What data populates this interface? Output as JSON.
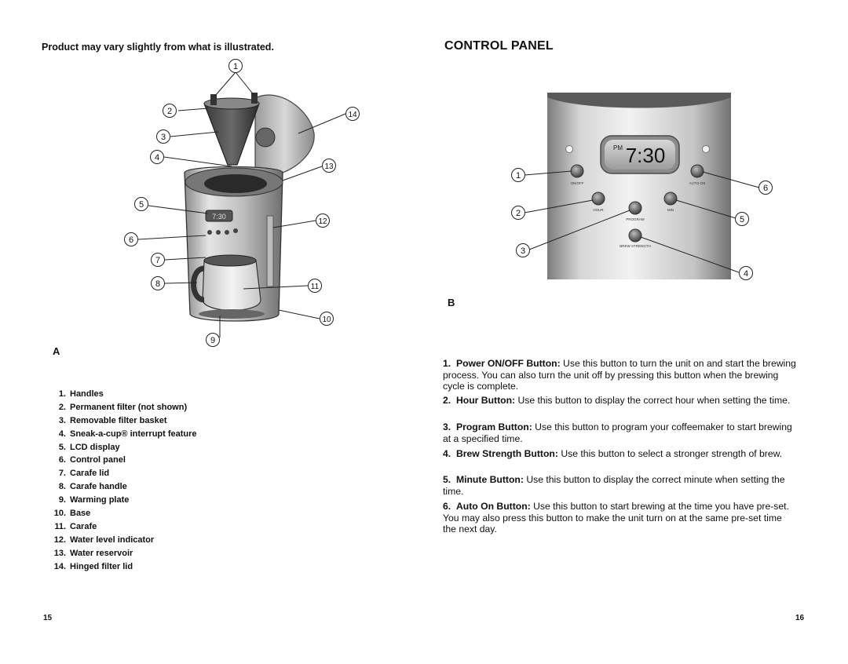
{
  "left_page": {
    "note": "Product may vary slightly from what is illustrated.",
    "figure_label": "A",
    "callouts": [
      "1",
      "2",
      "3",
      "4",
      "5",
      "6",
      "7",
      "8",
      "9",
      "10",
      "11",
      "12",
      "13",
      "14"
    ],
    "lcd_text": "7:30",
    "parts": [
      {
        "num": "1.",
        "name": "Handles"
      },
      {
        "num": "2.",
        "name": "Permanent filter (not shown)"
      },
      {
        "num": "3.",
        "name": "Removable filter basket"
      },
      {
        "num": "4.",
        "name": "Sneak-a-cup® interrupt feature"
      },
      {
        "num": "5.",
        "name": "LCD display"
      },
      {
        "num": "6.",
        "name": "Control panel"
      },
      {
        "num": "7.",
        "name": "Carafe lid"
      },
      {
        "num": "8.",
        "name": "Carafe handle"
      },
      {
        "num": "9.",
        "name": "Warming plate"
      },
      {
        "num": "10.",
        "name": "Base"
      },
      {
        "num": "11.",
        "name": "Carafe"
      },
      {
        "num": "12.",
        "name": "Water level indicator"
      },
      {
        "num": "13.",
        "name": "Water reservoir"
      },
      {
        "num": "14.",
        "name": "Hinged filter lid"
      }
    ],
    "page_number": "15"
  },
  "right_page": {
    "title": "CONTROL PANEL",
    "figure_label": "B",
    "panel": {
      "display_pm": "PM",
      "display_time": "7:30",
      "btn_labels": {
        "on_off": "ON/OFF",
        "auto_on": "AUTO-ON",
        "hour": "HOUR",
        "min": "MIN",
        "program": "PROGRAM",
        "brew_strength": "BREW STRENGTH"
      },
      "callouts": [
        "1",
        "2",
        "3",
        "4",
        "5",
        "6"
      ]
    },
    "descriptions": [
      {
        "num": "1.",
        "label": "Power ON/OFF Button:",
        "text": "Use this button to turn the unit on and start the brewing process. You can also turn the unit off by pressing this button when the brewing cycle is complete."
      },
      {
        "num": "2.",
        "label": "Hour Button:",
        "text": "Use this button to display the correct hour when setting the time."
      },
      {
        "num": "3.",
        "label": "Program Button:",
        "text": "Use this button to program your coffeemaker to start brewing at a specified time."
      },
      {
        "num": "4.",
        "label": "Brew Strength Button:",
        "text": "Use this button to select a stronger strength of brew."
      },
      {
        "num": "5.",
        "label": "Minute Button:",
        "text": "Use this button to display the correct minute when setting the time."
      },
      {
        "num": "6.",
        "label": "Auto On Button:",
        "text": "Use this button to start brewing at the time you have pre-set. You may also press this button to make the unit turn on at the same pre-set time the next day."
      }
    ],
    "page_number": "16"
  }
}
